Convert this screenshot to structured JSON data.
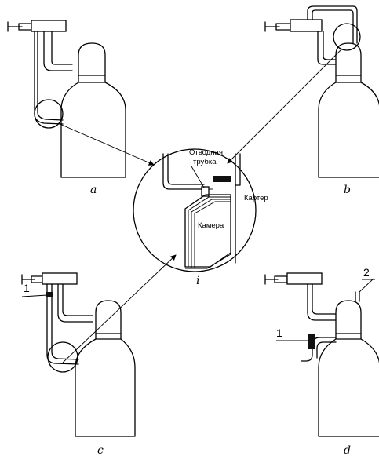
{
  "captions": {
    "a": "a",
    "b": "b",
    "c": "c",
    "d": "d",
    "i": "i"
  },
  "labels": {
    "outlet_tube_line1": "Отводная",
    "outlet_tube_line2": "трубка",
    "crankcase": "Картер",
    "chamber": "Камера",
    "callout_1_c": "1",
    "callout_1_d": "1",
    "callout_2_d": "2"
  }
}
